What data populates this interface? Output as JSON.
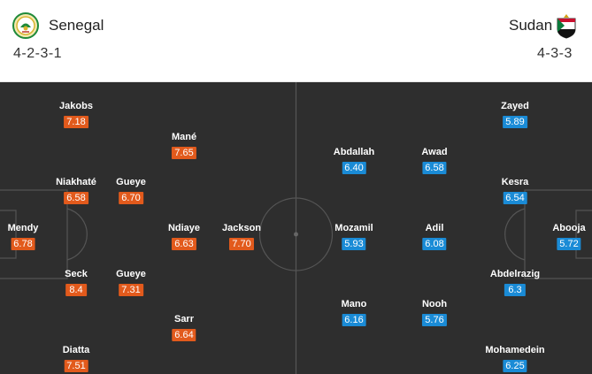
{
  "home": {
    "name": "Senegal",
    "formation": "4-2-3-1",
    "players": [
      {
        "name": "Mendy",
        "rating": "6.78"
      },
      {
        "name": "Jakobs",
        "rating": "7.18"
      },
      {
        "name": "Niakhaté",
        "rating": "6.58"
      },
      {
        "name": "Seck",
        "rating": "8.4"
      },
      {
        "name": "Diatta",
        "rating": "7.51"
      },
      {
        "name": "Gueye",
        "rating": "6.70"
      },
      {
        "name": "Gueye",
        "rating": "7.31"
      },
      {
        "name": "Mané",
        "rating": "7.65"
      },
      {
        "name": "Ndiaye",
        "rating": "6.63"
      },
      {
        "name": "Sarr",
        "rating": "6.64"
      },
      {
        "name": "Jackson",
        "rating": "7.70"
      }
    ]
  },
  "away": {
    "name": "Sudan",
    "formation": "4-3-3",
    "players": [
      {
        "name": "Abooja",
        "rating": "5.72"
      },
      {
        "name": "Zayed",
        "rating": "5.89"
      },
      {
        "name": "Kesra",
        "rating": "6.54"
      },
      {
        "name": "Abdelrazig",
        "rating": "6.3"
      },
      {
        "name": "Mohamedein",
        "rating": "6.25"
      },
      {
        "name": "Awad",
        "rating": "6.58"
      },
      {
        "name": "Adil",
        "rating": "6.08"
      },
      {
        "name": "Nooh",
        "rating": "5.76"
      },
      {
        "name": "Abdallah",
        "rating": "6.40"
      },
      {
        "name": "Mozamil",
        "rating": "5.93"
      },
      {
        "name": "Mano",
        "rating": "6.16"
      }
    ]
  },
  "colors": {
    "home_rating": "#e25a1c",
    "away_rating": "#1a8bd6",
    "pitch": "#2e2e2e",
    "pitch_lines": "#555555"
  },
  "icons": {
    "home_logo": "senegal-federation-crest-icon",
    "away_logo": "sudan-federation-crest-icon"
  }
}
